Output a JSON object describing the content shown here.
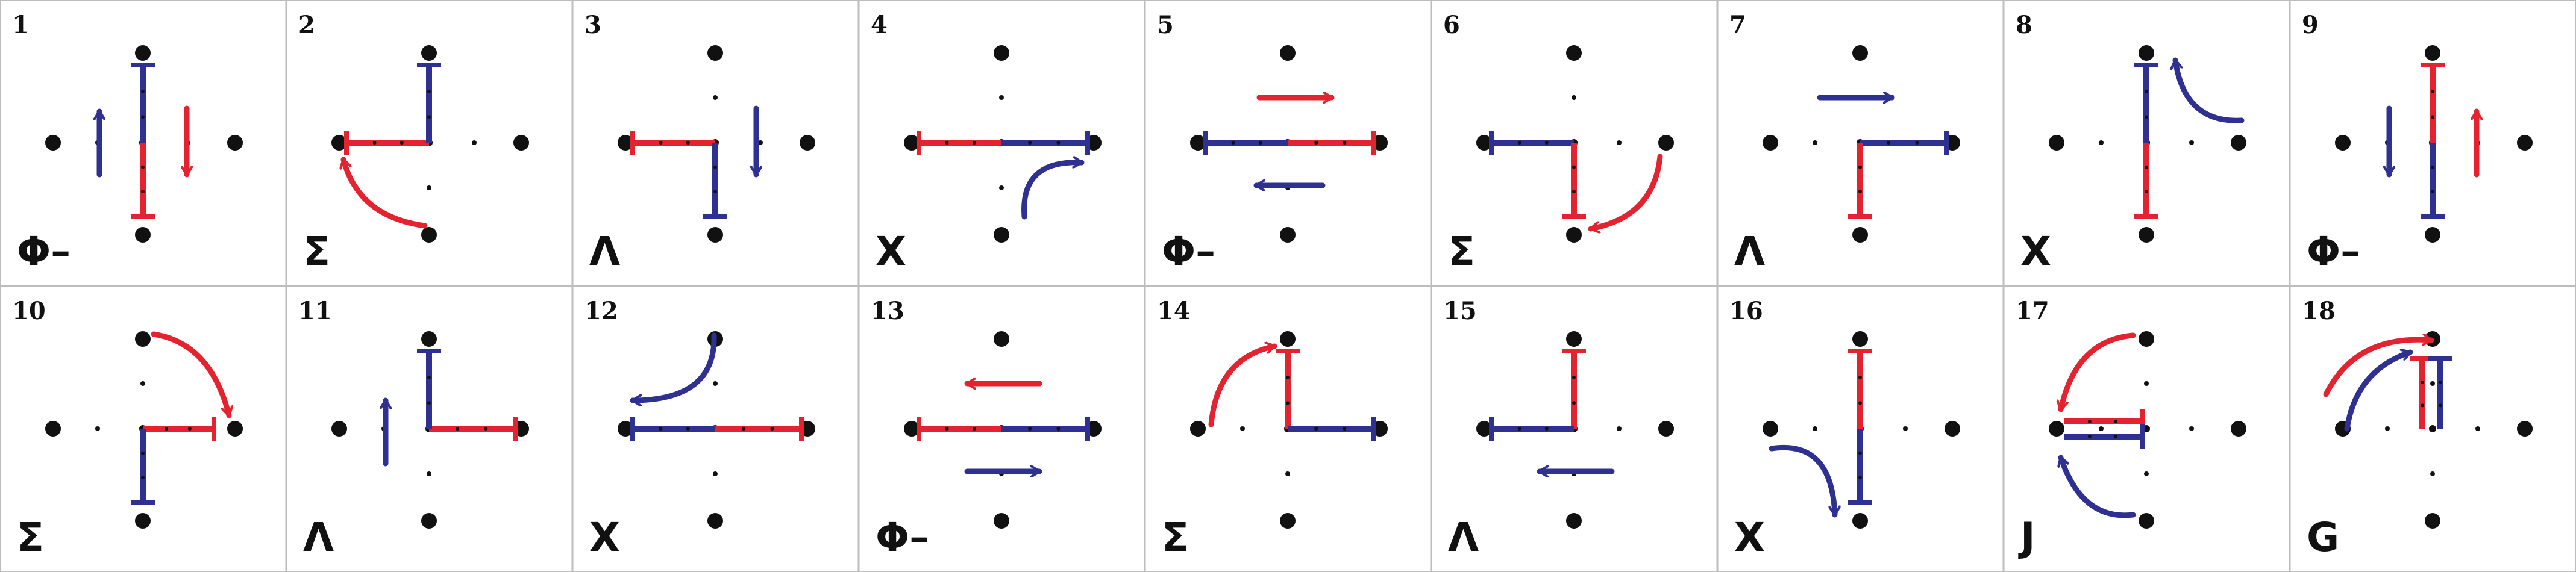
{
  "colors": {
    "red": "#e3232f",
    "blue": "#2e3192",
    "ink": "#111111",
    "grid": "#bdbdbd"
  },
  "panels": [
    {
      "number": "1",
      "symbol": "Φ–"
    },
    {
      "number": "2",
      "symbol": "Σ"
    },
    {
      "number": "3",
      "symbol": "Λ"
    },
    {
      "number": "4",
      "symbol": "X"
    },
    {
      "number": "5",
      "symbol": "Φ–"
    },
    {
      "number": "6",
      "symbol": "Σ"
    },
    {
      "number": "7",
      "symbol": "Λ"
    },
    {
      "number": "8",
      "symbol": "X"
    },
    {
      "number": "9",
      "symbol": "Φ–"
    },
    {
      "number": "10",
      "symbol": "Σ"
    },
    {
      "number": "11",
      "symbol": "Λ"
    },
    {
      "number": "12",
      "symbol": "X"
    },
    {
      "number": "13",
      "symbol": "Φ–"
    },
    {
      "number": "14",
      "symbol": "Σ"
    },
    {
      "number": "15",
      "symbol": "Λ"
    },
    {
      "number": "16",
      "symbol": "X"
    },
    {
      "number": "17",
      "symbol": "J"
    },
    {
      "number": "18",
      "symbol": "G"
    }
  ]
}
